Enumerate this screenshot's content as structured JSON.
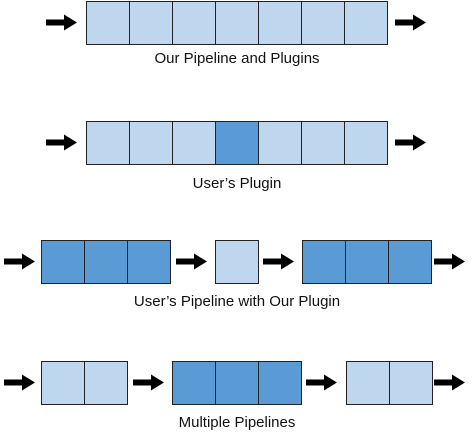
{
  "colors": {
    "light": "#bed7ee",
    "dark": "#5b9bd5",
    "stroke": "#222222",
    "arrow": "#000000"
  },
  "rows": [
    {
      "caption": "Our Pipeline and Plugins",
      "arrow_icon": "right-arrow-icon",
      "groups": [
        [
          "light",
          "light",
          "light",
          "light",
          "light",
          "light",
          "light"
        ]
      ]
    },
    {
      "caption": "User’s Plugin",
      "arrow_icon": "right-arrow-icon",
      "groups": [
        [
          "light",
          "light",
          "light",
          "dark",
          "light",
          "light",
          "light"
        ]
      ]
    },
    {
      "caption": "User’s Pipeline with Our Plugin",
      "arrow_icon": "right-arrow-icon",
      "groups": [
        [
          "dark",
          "dark",
          "dark"
        ],
        [
          "light"
        ],
        [
          "dark",
          "dark",
          "dark"
        ]
      ]
    },
    {
      "caption": "Multiple Pipelines",
      "arrow_icon": "right-arrow-icon",
      "groups": [
        [
          "light",
          "light"
        ],
        [
          "dark",
          "dark",
          "dark"
        ],
        [
          "light",
          "light"
        ]
      ]
    }
  ]
}
